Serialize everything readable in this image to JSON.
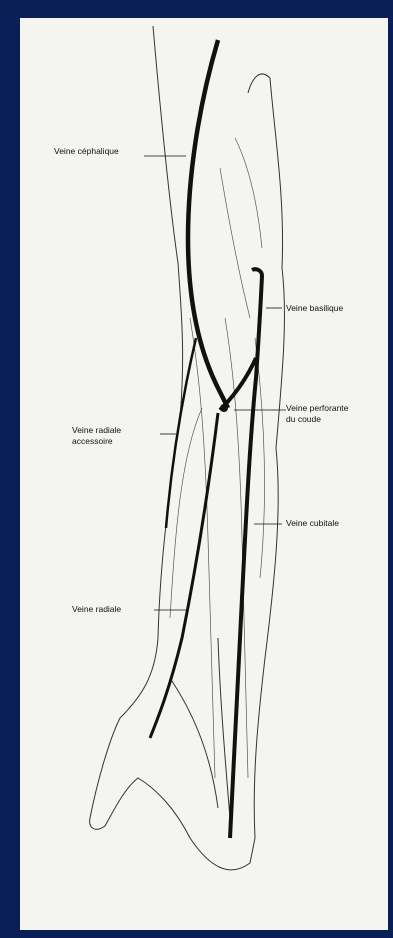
{
  "labels": {
    "cephalique": "Veine céphalique",
    "basilique": "Veine basilique",
    "radiale_accessoire_1": "Veine radiale",
    "radiale_accessoire_2": "accessoire",
    "perforante_1": "Veine perforante",
    "perforante_2": "du coude",
    "cubitale": "Veine cubitale",
    "radiale": "Veine radiale"
  },
  "colors": {
    "frame": "#0b1f57",
    "paper": "#f4f4f1",
    "ink": "#111111"
  }
}
